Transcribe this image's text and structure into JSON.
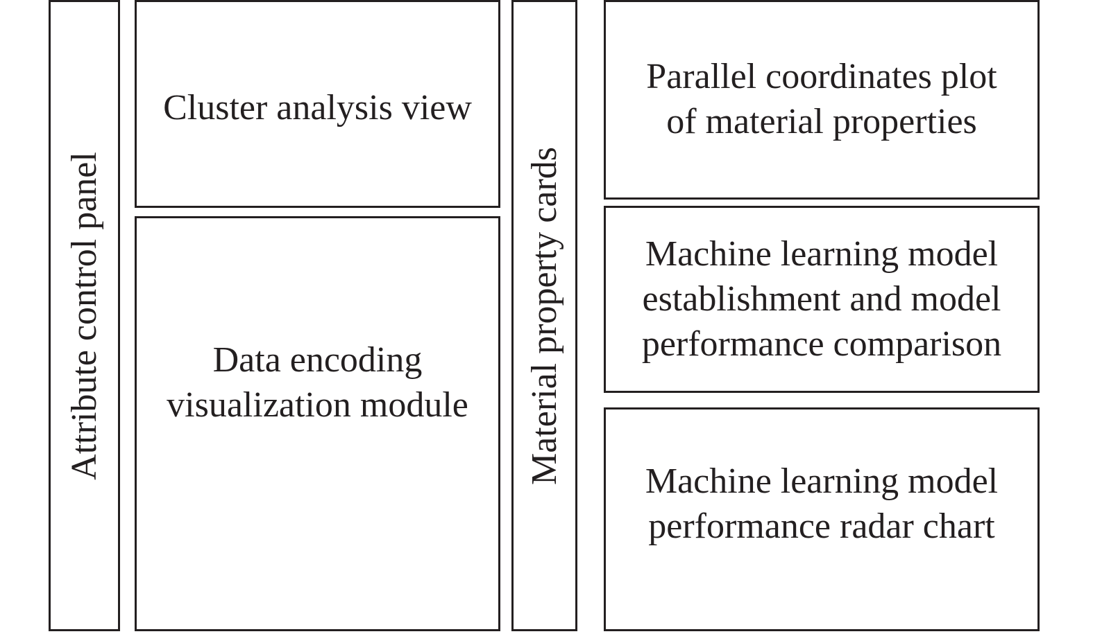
{
  "panels": {
    "attribute_control": "Attribute control panel",
    "cluster_analysis": "Cluster analysis view",
    "data_encoding": "Data encoding\nvisualization module",
    "material_cards": "Material property cards",
    "parallel_coordinates": "Parallel coordinates plot\nof material properties",
    "ml_comparison": "Machine learning model\nestablishment and model\nperformance comparison",
    "ml_radar": "Machine learning model\nperformance radar chart"
  }
}
